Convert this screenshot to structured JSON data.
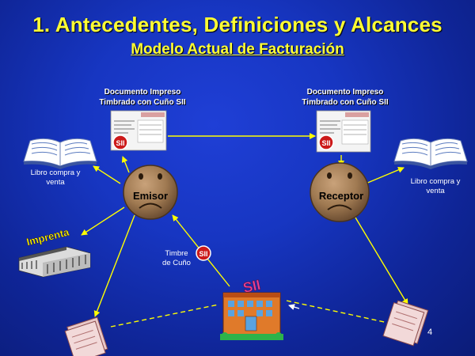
{
  "title": "1. Antecedentes, Definiciones y Alcances",
  "subtitle": "Modelo Actual de Facturación",
  "nodes": {
    "doc_left_label_1": "Documento Impreso",
    "doc_left_label_2": "Timbrado con Cuño SII",
    "doc_right_label_1": "Documento Impreso",
    "doc_right_label_2": "Timbrado con Cuño SII",
    "emisor": "Emisor",
    "receptor": "Receptor",
    "libro_left_1": "Libro compra y",
    "libro_left_2": "venta",
    "libro_right_1": "Libro compra y",
    "libro_right_2": "venta",
    "imprenta": "Imprenta",
    "timbre_1": "Timbre",
    "timbre_2": "de Cuño",
    "sii_badge": "SII",
    "sii_building_sign": "SII"
  },
  "page_number": "4",
  "colors": {
    "title": "#ffff33",
    "arrow": "#ffff00",
    "badge": "#cc1a1a",
    "face": "#a07a52"
  }
}
